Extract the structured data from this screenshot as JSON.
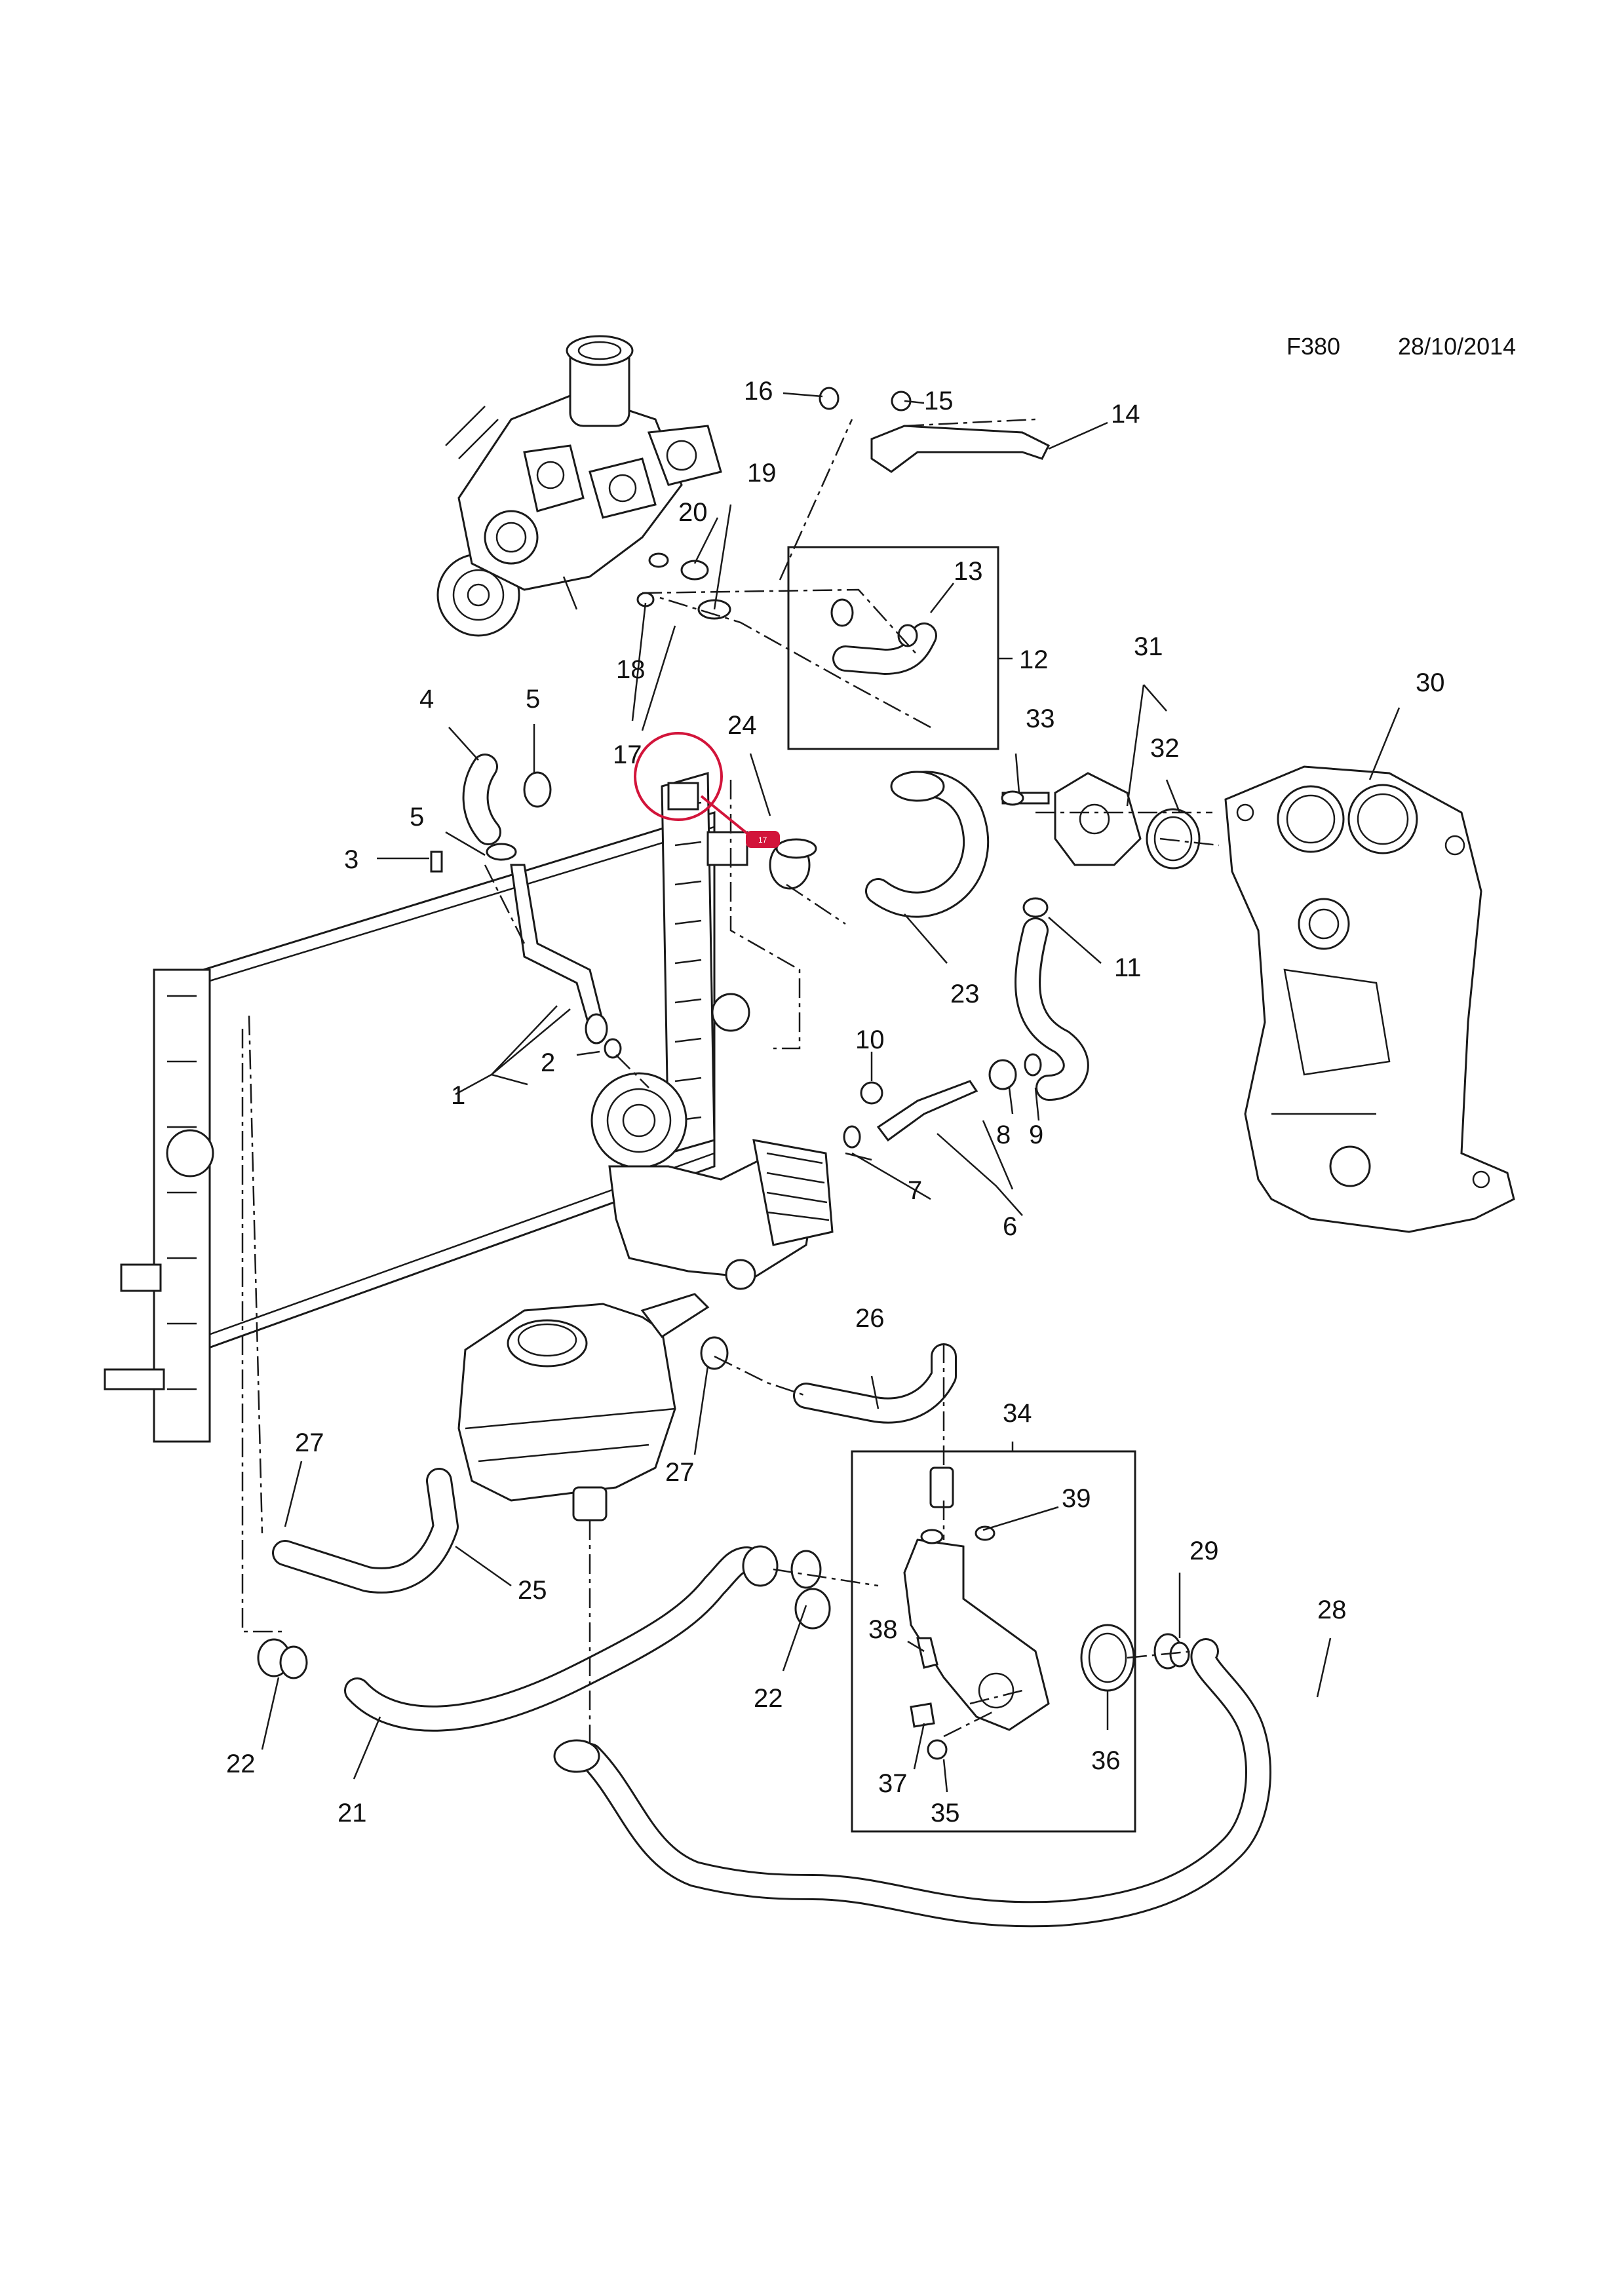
{
  "header": {
    "figure_code": "F380",
    "date": "28/10/2014"
  },
  "highlight": {
    "label": "17",
    "tag": "17",
    "color": "#d2143a"
  },
  "callouts": [
    "1",
    "2",
    "3",
    "4",
    "5",
    "5",
    "6",
    "7",
    "8",
    "9",
    "10",
    "11",
    "12",
    "13",
    "14",
    "15",
    "16",
    "17",
    "18",
    "19",
    "20",
    "21",
    "22",
    "22",
    "23",
    "24",
    "25",
    "26",
    "27",
    "27",
    "28",
    "29",
    "30",
    "31",
    "32",
    "33",
    "34",
    "35",
    "36",
    "37",
    "38",
    "39"
  ]
}
